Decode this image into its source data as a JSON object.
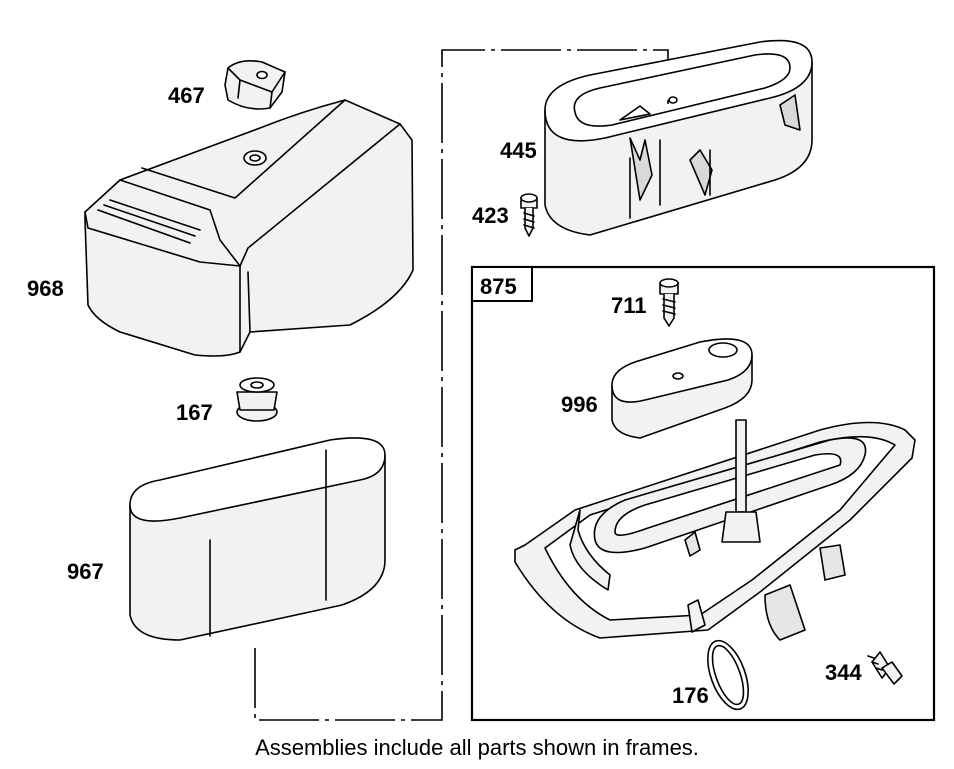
{
  "parts": [
    {
      "id": "p467",
      "number": "467"
    },
    {
      "id": "p968",
      "number": "968"
    },
    {
      "id": "p167",
      "number": "167"
    },
    {
      "id": "p967",
      "number": "967"
    },
    {
      "id": "p445",
      "number": "445"
    },
    {
      "id": "p423",
      "number": "423"
    },
    {
      "id": "p711",
      "number": "711"
    },
    {
      "id": "p996",
      "number": "996"
    },
    {
      "id": "p176",
      "number": "176"
    },
    {
      "id": "p344",
      "number": "344"
    }
  ],
  "frame": {
    "number": "875"
  },
  "footer": {
    "note": "Assemblies include all parts shown in frames."
  }
}
